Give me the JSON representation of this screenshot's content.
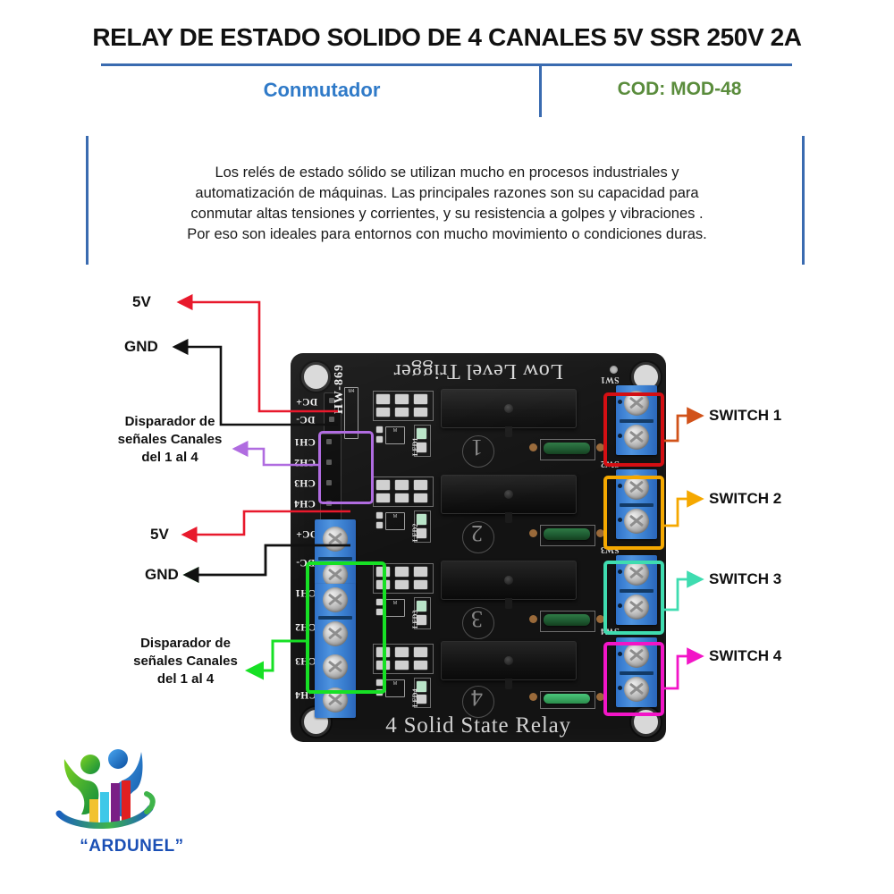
{
  "header": {
    "title": "RELAY DE ESTADO SOLIDO DE 4 CANALES 5V SSR 250V 2A",
    "subtitle": "Conmutador",
    "code": "COD: MOD-48",
    "rule_color": "#3a6bb0",
    "subtitle_color": "#2f7ac8",
    "code_color": "#5a8c3c"
  },
  "description": {
    "line1": "Los relés de estado sólido se utilizan mucho en procesos industriales y",
    "line2": "automatización de máquinas. Las principales razones son su capacidad para",
    "line3": "conmutar altas tensiones y corrientes, y su resistencia a golpes y vibraciones .",
    "line4": "Por eso son ideales para entornos con mucho movimiento o condiciones duras."
  },
  "board": {
    "top_silkscreen": "Low Level Trigger",
    "bottom_silkscreen": "4 Solid State Relay",
    "model_code": "HW-869",
    "top_header_pins": [
      "DC+",
      "DC-",
      "CH1",
      "CH2",
      "CH3",
      "CH4"
    ],
    "bottom_terminal_pins": [
      "DC+",
      "DC-",
      "CH1",
      "CH2",
      "CH3",
      "CH4"
    ],
    "switch_silk": [
      "SW1",
      "SW2",
      "SW3",
      "SW4"
    ],
    "channel_numbers": [
      "1",
      "2",
      "3",
      "4"
    ],
    "led_labels": [
      "LED1",
      "LED2",
      "LED3",
      "LED4"
    ]
  },
  "callouts": {
    "top_5v": {
      "label": "5V",
      "color": "#e8192c"
    },
    "top_gnd": {
      "label": "GND",
      "color": "#111111"
    },
    "top_trigger": {
      "line1": "Disparador de",
      "line2": "señales Canales",
      "line3": "del 1 al 4",
      "color": "#b06ce0"
    },
    "bottom_5v": {
      "label": "5V",
      "color": "#e8192c"
    },
    "bottom_gnd": {
      "label": "GND",
      "color": "#111111"
    },
    "bottom_trigger": {
      "line1": "Disparador de",
      "line2": "señales Canales",
      "line3": "del 1 al 4",
      "color": "#17e025"
    },
    "switches": [
      {
        "label": "SWITCH 1",
        "color": "#d1521a",
        "box_color": "#d40f13"
      },
      {
        "label": "SWITCH 2",
        "color": "#f5a800",
        "box_color": "#f5a800"
      },
      {
        "label": "SWITCH 3",
        "color": "#3fdcb0",
        "box_color": "#3fdcb0"
      },
      {
        "label": "SWITCH 4",
        "color": "#f215c7",
        "box_color": "#f215c7"
      }
    ]
  },
  "logo": {
    "name": "“ARDUNEL”",
    "bar_colors": [
      "#f2c230",
      "#3ec8e8",
      "#7a1f86",
      "#e02020"
    ],
    "figure_colors": [
      "#2bb24a",
      "#1a73c8"
    ]
  }
}
